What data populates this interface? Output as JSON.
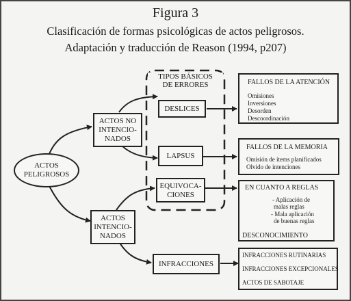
{
  "title": {
    "line1": "Figura 3",
    "line2": "Clasificación de formas psicológicas de actos peligrosos.",
    "line3": "Adaptación y traducción de Reason (1994, p207)"
  },
  "nodes": {
    "root": {
      "l1": "ACTOS",
      "l2": "PELIGROSOS"
    },
    "unintended": {
      "l1": "ACTOS NO",
      "l2": "INTENCIO-",
      "l3": "NADOS"
    },
    "intended": {
      "l1": "ACTOS",
      "l2": "INTENCIO-",
      "l3": "NADOS"
    },
    "group": {
      "l1": "TIPOS BÁSICOS",
      "l2": "DE ERRORES"
    },
    "deslices": "DESLICES",
    "lapsus": "LAPSUS",
    "equivocaciones": {
      "l1": "EQUIVOCA-",
      "l2": "CIONES"
    },
    "infracciones": "INFRACCIONES"
  },
  "details": {
    "atencion": {
      "heading": "FALLOS DE LA ATENCIÓN",
      "items": [
        "Omisiones",
        "Inversiones",
        "Desorden",
        "Descoordinación"
      ]
    },
    "memoria": {
      "heading": "FALLOS DE LA MEMORIA",
      "items": [
        "Omisión de ítems planificados",
        "Olvido de intenciones"
      ]
    },
    "reglas": {
      "heading": "EN CUANTO A REGLAS",
      "items": [
        "- Aplicación de",
        "malas reglas",
        "- Mala aplicación",
        "de buenas reglas"
      ],
      "footer": "DESCONOCIMIENTO"
    },
    "infracciones": {
      "items": [
        "INFRACCIONES RUTINARIAS",
        "INFRACCIONES EXCEPCIONALES",
        "ACTOS DE SABOTAJE"
      ]
    }
  }
}
